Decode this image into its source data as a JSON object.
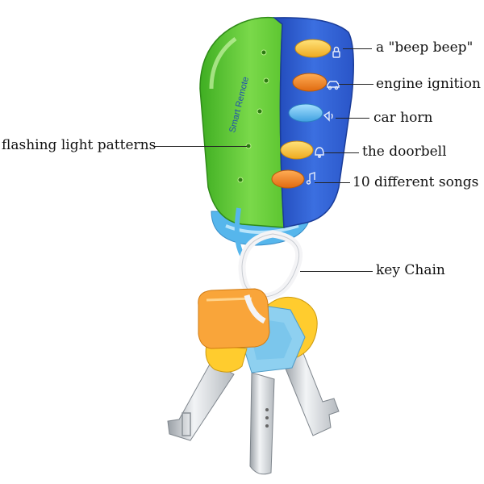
{
  "product": {
    "remote_text": "Smart Remote",
    "colors": {
      "green": "#5cc530",
      "blue": "#2f5fd0",
      "yellow": "#f7c53a",
      "orange": "#f28a1e",
      "light_blue": "#5fb8ea",
      "silver": "#d4d8dc"
    },
    "icons": [
      "lock-icon",
      "car-icon",
      "horn-icon",
      "bell-icon",
      "music-note-icon"
    ]
  },
  "callouts": [
    {
      "id": "beep",
      "text": "a \"beep beep\""
    },
    {
      "id": "engine",
      "text": "engine ignition"
    },
    {
      "id": "horn",
      "text": "car horn"
    },
    {
      "id": "flash",
      "text": "flashing light patterns"
    },
    {
      "id": "doorbell",
      "text": "the doorbell"
    },
    {
      "id": "songs",
      "text": "10 different songs"
    },
    {
      "id": "keychain",
      "text": "key Chain"
    }
  ]
}
